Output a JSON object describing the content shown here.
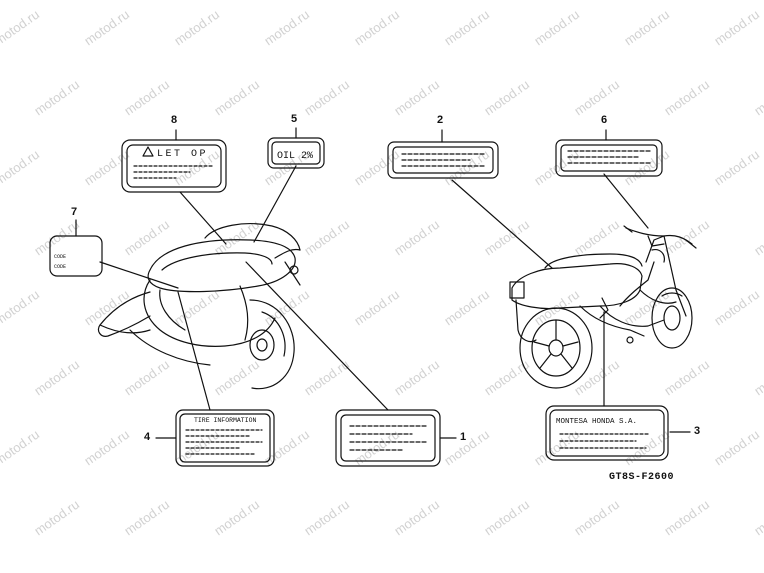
{
  "watermark": "motod.ru",
  "diagram_code": "GT8S-F2600",
  "callouts": {
    "c1": "1",
    "c2": "2",
    "c3": "3",
    "c4": "4",
    "c5": "5",
    "c6": "6",
    "c7": "7",
    "c8": "8"
  },
  "labels": {
    "caution": "LET OP",
    "oil": "OIL 2%",
    "code_line1": "CODE",
    "code_line2": "CODE",
    "tire": "TIRE INFORMATION",
    "maker": "MONTESA HONDA S.A."
  },
  "colors": {
    "ink": "#111111",
    "watermark": "#9a9a9a"
  }
}
